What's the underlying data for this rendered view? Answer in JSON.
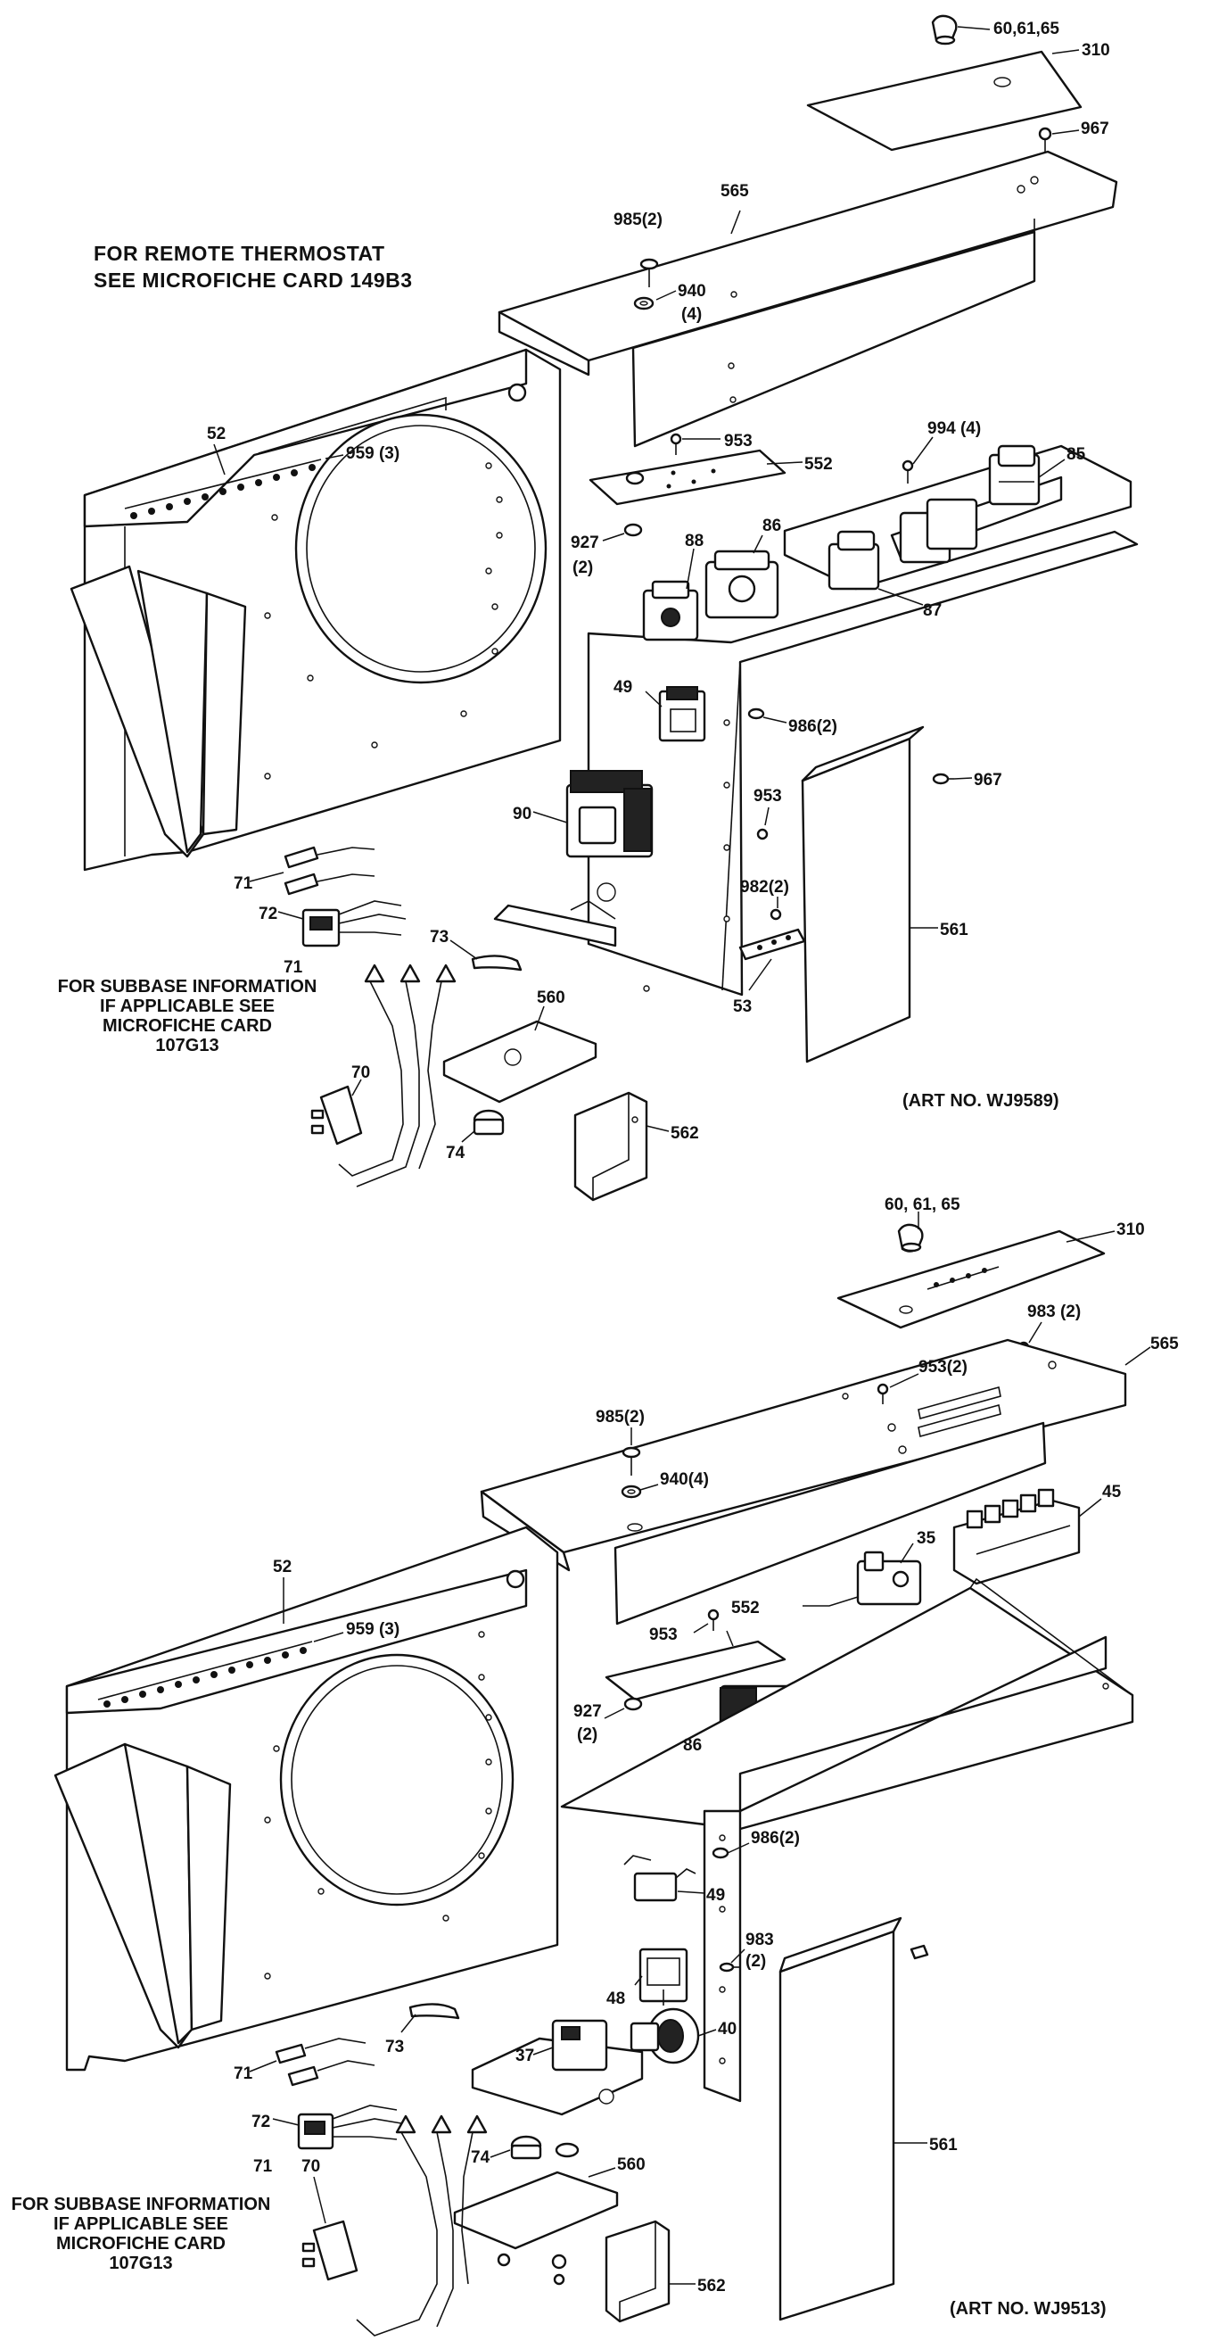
{
  "top": {
    "art_no": "(ART NO. WJ9589)",
    "remote_note": [
      "FOR REMOTE THERMOSTAT",
      "SEE MICROFICHE CARD 149B3"
    ],
    "subbase_note": [
      "FOR SUBBASE INFORMATION",
      "IF APPLICABLE SEE",
      "MICROFICHE CARD",
      "107G13"
    ],
    "labels": {
      "l60": "60,61,65",
      "l310": "310",
      "l967a": "967",
      "l565": "565",
      "l985": "985(2)",
      "l940": "940",
      "l940b": "(4)",
      "l953a": "953",
      "l552": "552",
      "l994": "994 (4)",
      "l85": "85",
      "l52": "52",
      "l959": "959 (3)",
      "l927": "927",
      "l927b": "(2)",
      "l88": "88",
      "l86": "86",
      "l87": "87",
      "l49": "49",
      "l986": "986(2)",
      "l967b": "967",
      "l953b": "953",
      "l90": "90",
      "l982": "982(2)",
      "l561": "561",
      "l71a": "71",
      "l72": "72",
      "l71b": "71",
      "l73": "73",
      "l53": "53",
      "l560": "560",
      "l70": "70",
      "l562": "562",
      "l74": "74"
    }
  },
  "bottom": {
    "art_no": "(ART NO. WJ9513)",
    "subbase_note": [
      "FOR SUBBASE INFORMATION",
      "IF APPLICABLE SEE",
      "MICROFICHE CARD",
      "107G13"
    ],
    "labels": {
      "l60": "60, 61, 65",
      "l310": "310",
      "l983a": "983 (2)",
      "l565": "565",
      "l953a": "953(2)",
      "l985": "985(2)",
      "l940": "940(4)",
      "l45": "45",
      "l52": "52",
      "l35": "35",
      "l959": "959 (3)",
      "l953b": "953",
      "l552": "552",
      "l927": "927",
      "l927b": "(2)",
      "l86": "86",
      "l986": "986(2)",
      "l49": "49",
      "l983b": "983",
      "l983c": "(2)",
      "l48": "48",
      "l40": "40",
      "l561": "561",
      "l71a": "71",
      "l73": "73",
      "l37": "37",
      "l72": "72",
      "l71b": "71",
      "l74": "74",
      "l560": "560",
      "l70": "70",
      "l562": "562"
    }
  }
}
